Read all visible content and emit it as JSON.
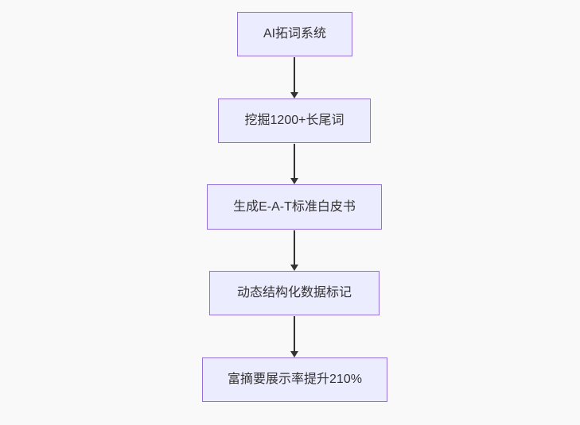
{
  "diagram": {
    "type": "flowchart-vertical",
    "nodes": [
      {
        "id": "A",
        "label": "AI拓词系统"
      },
      {
        "id": "B",
        "label": "挖掘1200+长尾词"
      },
      {
        "id": "C",
        "label": "生成E-A-T标准白皮书"
      },
      {
        "id": "D",
        "label": "动态结构化数据标记"
      },
      {
        "id": "E",
        "label": "富摘要展示率提升210%"
      }
    ],
    "edges": [
      {
        "from": "A",
        "to": "B"
      },
      {
        "from": "B",
        "to": "C"
      },
      {
        "from": "C",
        "to": "D"
      },
      {
        "from": "D",
        "to": "E"
      }
    ],
    "colors": {
      "node_fill": "#ECECFF",
      "node_border": "#9370DB",
      "arrow": "#333333",
      "text": "#333333",
      "background": "#f9f9f9"
    }
  }
}
